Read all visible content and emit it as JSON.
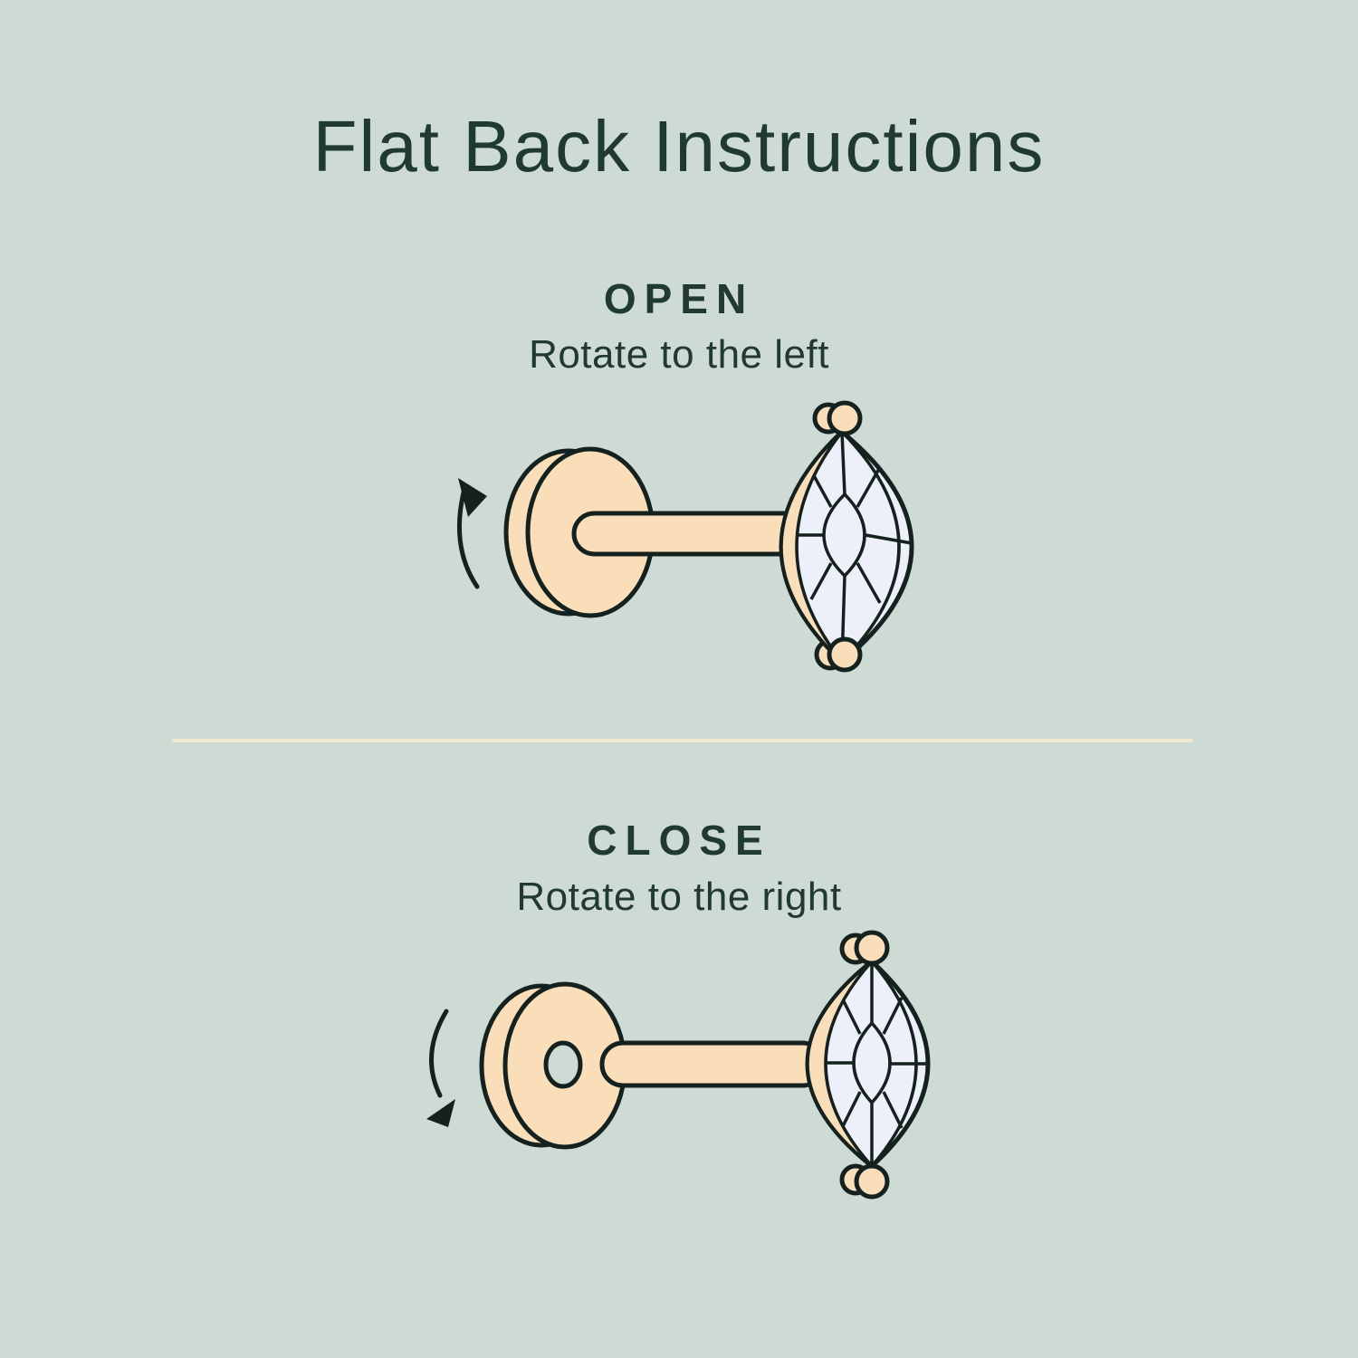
{
  "page": {
    "title": "Flat Back Instructions"
  },
  "colors": {
    "bg": "#CEDBD5",
    "text": "#203A33",
    "outline": "#14211E",
    "metal": "#FADDB9",
    "gem": "#EDF0F9",
    "divider": "#F2E8D4"
  },
  "sections": {
    "open": {
      "heading": "OPEN",
      "subheading": "Rotate to the left",
      "rotation": "counterclockwise"
    },
    "close": {
      "heading": "CLOSE",
      "subheading": "Rotate to the right",
      "rotation": "clockwise"
    }
  },
  "icons": {
    "open_arrow": "rotate-ccw-arrow-icon",
    "close_arrow": "rotate-cw-arrow-icon",
    "disc": "flat-back-disc",
    "post": "earring-post",
    "gem": "marquise-gem",
    "prong": "prong-ball"
  }
}
